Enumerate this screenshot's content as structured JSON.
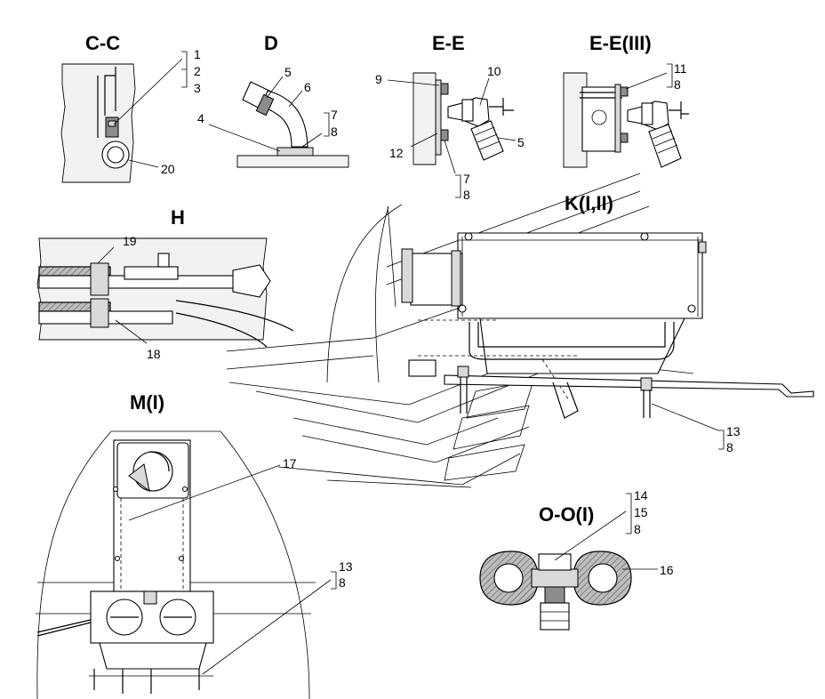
{
  "sections": {
    "cc": "C-C",
    "d": "D",
    "ee": "E-E",
    "ee3": "E-E(III)",
    "h": "H",
    "k": "K(I,II)",
    "m": "M(I)",
    "oo": "O-O(I)"
  },
  "callouts": {
    "cc_1": "1",
    "cc_2": "2",
    "cc_3": "3",
    "cc_20": "20",
    "d_4": "4",
    "d_5": "5",
    "d_6": "6",
    "d_7": "7",
    "d_8": "8",
    "ee_9": "9",
    "ee_10": "10",
    "ee_12": "12",
    "ee_5": "5",
    "ee_7": "7",
    "ee_8": "8",
    "ee3_11": "11",
    "ee3_8": "8",
    "h_19": "19",
    "h_18": "18",
    "k_13": "13",
    "k_8": "8",
    "m_17": "17",
    "m_13": "13",
    "m_8": "8",
    "oo_14": "14",
    "oo_15": "15",
    "oo_8": "8",
    "oo_16": "16"
  }
}
